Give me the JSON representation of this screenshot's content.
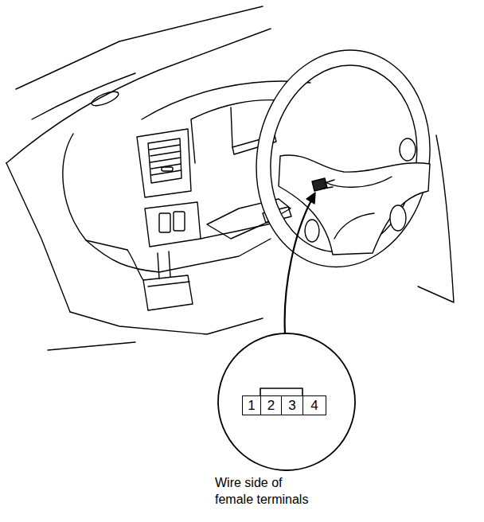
{
  "diagram": {
    "nodes": [
      {
        "text": [
          "1"
        ]
      },
      {
        "text": [
          "2"
        ]
      },
      {
        "text": [
          "3"
        ]
      },
      {
        "text": [
          "4"
        ]
      }
    ],
    "labels": [
      "Wire side of female terminals"
    ]
  }
}
